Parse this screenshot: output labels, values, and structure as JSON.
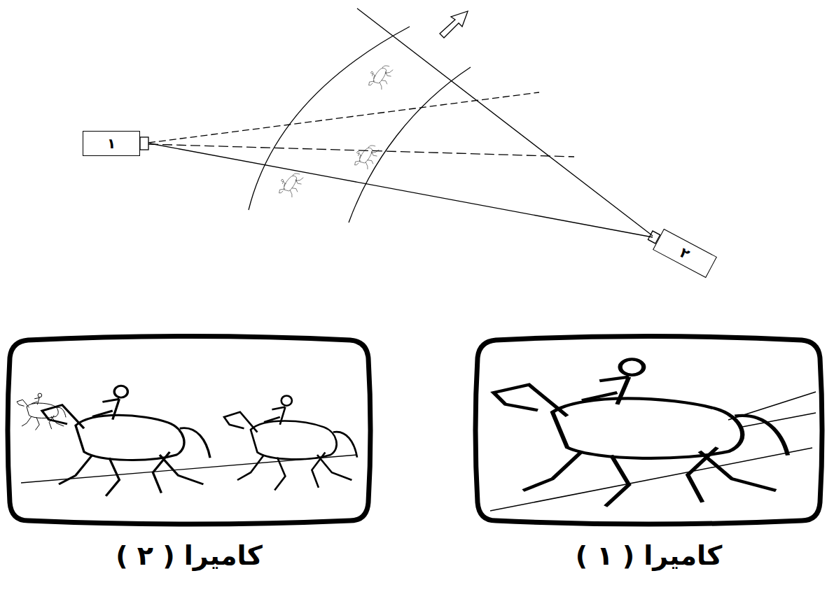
{
  "diagram": {
    "nodes": [
      {
        "text": [
          "١"
        ]
      },
      {
        "text": [
          "٢"
        ]
      },
      {
        "text": [
          "كاميرا ( ١ )"
        ]
      },
      {
        "text": [
          "كاميرا ( ٢ )"
        ]
      }
    ],
    "edges": []
  }
}
